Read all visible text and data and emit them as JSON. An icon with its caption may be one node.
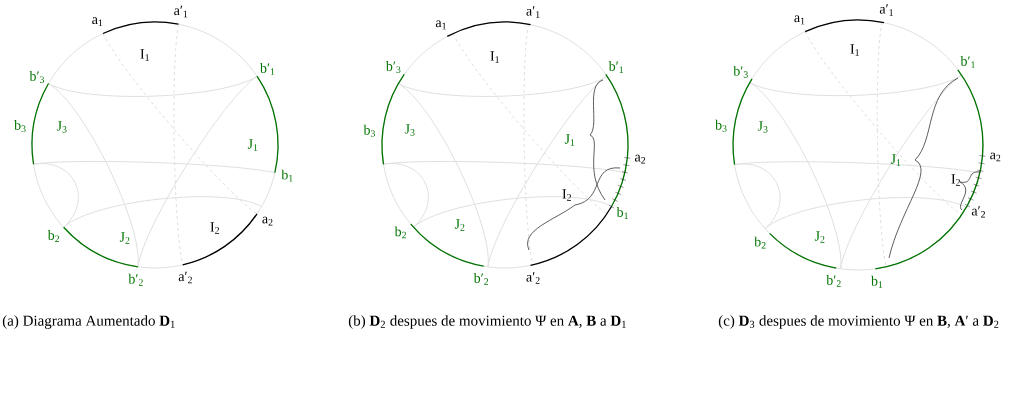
{
  "diagram": {
    "labels": [
      "a$_{1}$",
      "a′$_{1}$",
      "I$_{1}$",
      "b′$_{3}$",
      "b′$_{1}$",
      "J$_{3}$",
      "J$_{1}$",
      "b$_{3}$",
      "b$_{1}$",
      "I$_{2}$",
      "a$_{2}$",
      "b$_{2}$",
      "J$_{2}$",
      "b′$_{2}$",
      "a′$_{2}$",
      "(a) Diagrama Aumentado **D**$_{1}$",
      "a$_{1}$",
      "a′$_{1}$",
      "I$_{1}$",
      "b′$_{3}$",
      "b′$_{1}$",
      "J$_{3}$",
      "J$_{1}$",
      "b$_{3}$",
      "b$_{1}$",
      "I$_{2}$",
      "a$_{2}$",
      "b$_{2}$",
      "J$_{2}$",
      "b′$_{2}$",
      "a′$_{2}$",
      "(b) **D**$_{2}$ despues de movimiento Ψ en **A**, **B** a **D**$_{1}$",
      "a$_{1}$",
      "a′$_{1}$",
      "I$_{1}$",
      "b′$_{3}$",
      "b′$_{1}$",
      "J$_{3}$",
      "J$_{1}$",
      "b$_{3}$",
      "b$_{1}$",
      "I$_{2}$",
      "a$_{2}$",
      "b$_{2}$",
      "J$_{2}$",
      "b′$_{2}$",
      "a′$_{2}$",
      "(c) **D**$_{3}$ despues de movimiento Ψ en **B**, **A**′ a **D**$_{2}$"
    ]
  }
}
